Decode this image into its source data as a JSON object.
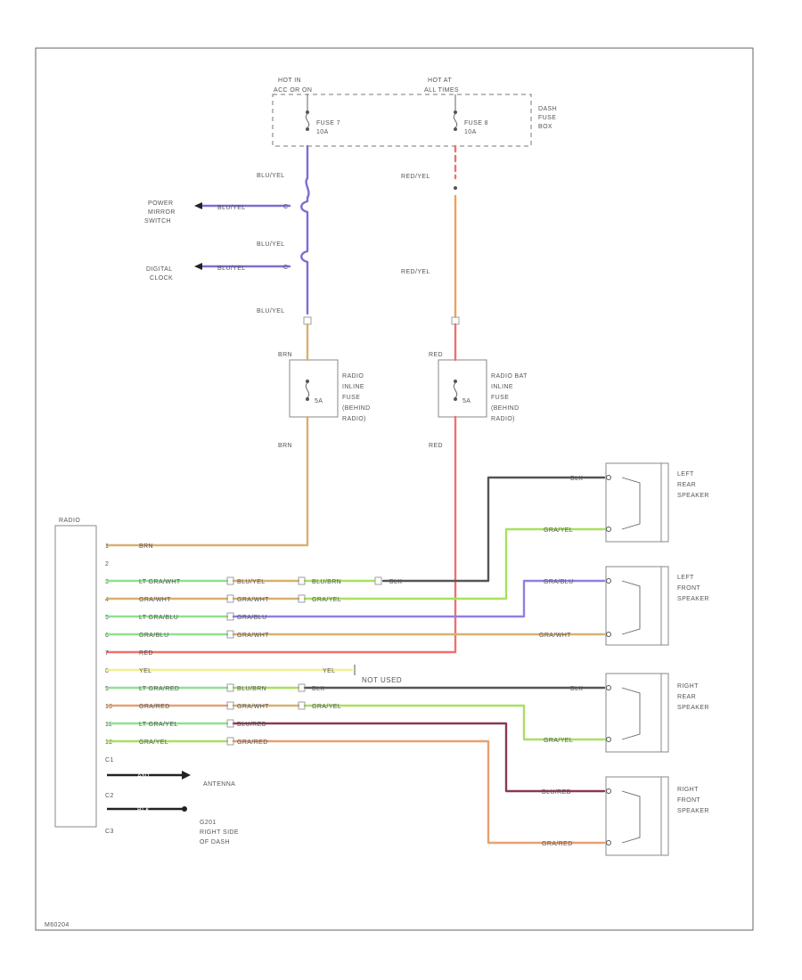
{
  "hot_run": {
    "text": "HOT IN",
    "text2": "ACC OR ON"
  },
  "hot_at": {
    "text": "HOT AT",
    "text2": "ALL TIMES"
  },
  "fuse7": {
    "line1": "FUSE 7",
    "line2": "10A"
  },
  "fuse8": {
    "line1": "FUSE 8",
    "line2": "10A"
  },
  "fuse_box": {
    "line1": "DASH",
    "line2": "FUSE",
    "line3": "BOX"
  },
  "wire_labels": {
    "blu_yel": "BLU/YEL",
    "red_yel": "RED/YEL",
    "brn": "BRN",
    "red": "RED",
    "blk": "BLK",
    "gra_yel": "GRA/YEL",
    "gra_blu": "GRA/BLU",
    "gra_wht": "GRA/WHT",
    "blu_red": "BLU/RED",
    "gra_red": "GRA/RED",
    "lt_gra_wht": "LT GRA/WHT",
    "lt_gra_blu": "LT GRA/BLU",
    "lt_gra_red": "LT GRA/RED",
    "lt_gra_yel": "LT GRA/YEL",
    "blu_brn": "BLU/BRN",
    "yel": "YEL"
  },
  "power_mirror": {
    "line1": "POWER",
    "line2": "MIRROR",
    "line3": "SWITCH"
  },
  "digital_clock": {
    "line1": "DIGITAL",
    "line2": "CLOCK"
  },
  "radio_fuse": {
    "line1": "RADIO",
    "line2": "INLINE",
    "line3": "FUSE",
    "line4": "(BEHIND",
    "line5": "RADIO)",
    "rating": "5A"
  },
  "radio_bat_fuse": {
    "line1": "RADIO BAT",
    "line2": "INLINE",
    "line3": "FUSE",
    "line4": "(BEHIND",
    "line5": "RADIO)",
    "rating": "5A"
  },
  "radio": {
    "title": "RADIO",
    "pins": [
      "1",
      "2",
      "3",
      "4",
      "5",
      "6",
      "7",
      "8",
      "9",
      "10",
      "11",
      "12"
    ],
    "c1": "C1",
    "c2": "C2",
    "c3": "C3"
  },
  "not_used": "NOT USED",
  "antenna": {
    "wire": "ANT",
    "text": "ANTENNA"
  },
  "ground": {
    "wire": "BLK",
    "line1": "G201",
    "line2": "RIGHT SIDE",
    "line3": "OF DASH"
  },
  "speakers": {
    "left_rear": {
      "line1": "LEFT",
      "line2": "REAR",
      "line3": "SPEAKER"
    },
    "left_front": {
      "line1": "LEFT",
      "line2": "FRONT",
      "line3": "SPEAKER"
    },
    "right_rear": {
      "line1": "RIGHT",
      "line2": "REAR",
      "line3": "SPEAKER"
    },
    "right_front": {
      "line1": "RIGHT",
      "line2": "FRONT",
      "line3": "SPEAKER"
    }
  },
  "figure_id": "M60204",
  "colors": {
    "blu_yel": "#7b6fd0",
    "red": "#f07070",
    "red_yel": "#f0a060",
    "brn": "#d8b070",
    "blk": "#555555",
    "gra_yel": "#a8e060",
    "lt_gra": "#90e090",
    "blu_red": "#8a3a50",
    "gra_red": "#e8a070",
    "gra_blu": "#9080e0",
    "yel": "#f0f090"
  }
}
